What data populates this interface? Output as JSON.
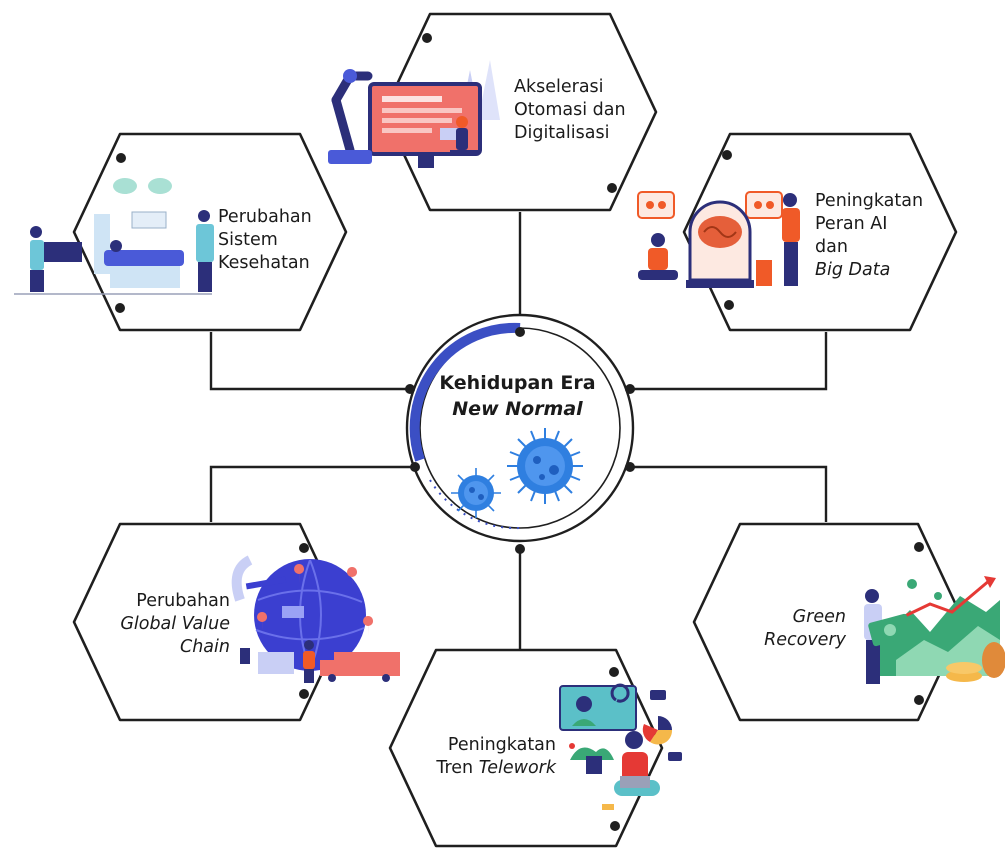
{
  "center": {
    "line1": "Kehidupan Era",
    "line2": "New Normal"
  },
  "nodes": {
    "otomasi": {
      "line1": "Akselerasi",
      "line2": "Otomasi dan",
      "line3": "Digitalisasi"
    },
    "kesehatan": {
      "line1": "Perubahan",
      "line2": "Sistem",
      "line3": "Kesehatan"
    },
    "ai": {
      "line1": "Peningkatan",
      "line2": "Peran AI",
      "line3": "dan",
      "line4": "Big Data"
    },
    "gvc": {
      "line1": "Perubahan",
      "line2": "Global Value",
      "line3": "Chain"
    },
    "green": {
      "line1": "Green",
      "line2": "Recovery"
    },
    "telework": {
      "line1": "Peningkatan",
      "line2": "Tren",
      "line3": "Telework"
    }
  },
  "colors": {
    "outline": "#1f1f1f",
    "accent": "#3b4fc4",
    "virus": "#2f7fe0",
    "illustration_blue": "#4a5ad8",
    "illustration_orange": "#f05a28",
    "illustration_green": "#3aa876"
  },
  "icons": [
    "robot-arm-dashboard-illustration",
    "hospital-robot-surgery-illustration",
    "ai-brain-illustration",
    "globe-logistics-illustration",
    "green-growth-chart-illustration",
    "video-call-telework-illustration",
    "virus-icon"
  ]
}
